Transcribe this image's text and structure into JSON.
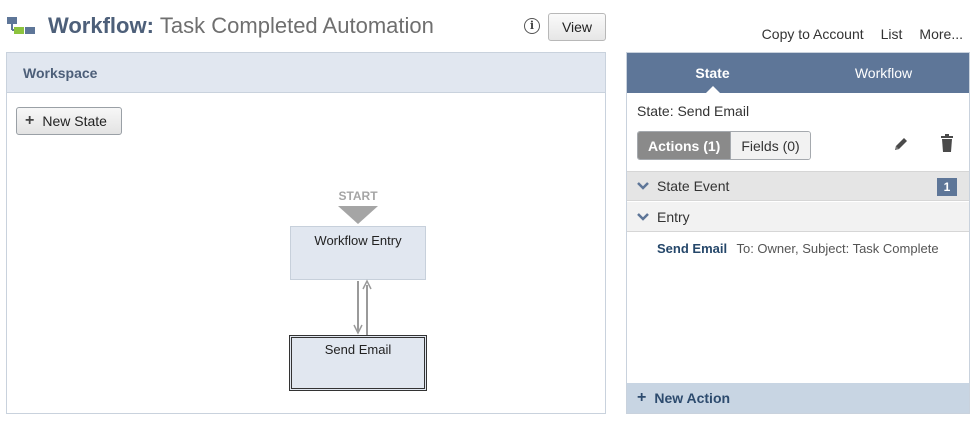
{
  "header": {
    "title_bold": "Workflow:",
    "title_rest": "Task Completed Automation",
    "info_symbol": "i",
    "view_label": "View",
    "links": [
      "Copy to Account",
      "List",
      "More..."
    ]
  },
  "workspace": {
    "title": "Workspace",
    "new_state_label": "New State",
    "start_label": "START",
    "nodes": {
      "entry": "Workflow Entry",
      "email": "Send Email"
    }
  },
  "panel": {
    "tabs": {
      "state": "State",
      "workflow": "Workflow"
    },
    "state_name": "State: Send Email",
    "actions_label": "Actions (1)",
    "fields_label": "Fields (0)",
    "state_event_label": "State Event",
    "state_event_count": "1",
    "entry_label": "Entry",
    "action": {
      "name": "Send Email",
      "detail": "To: Owner, Subject: Task Complete"
    },
    "new_action_label": "New Action"
  },
  "colors": {
    "accent": "#5e7698",
    "header_bg": "#e1e7f0",
    "link": "#25476a"
  }
}
